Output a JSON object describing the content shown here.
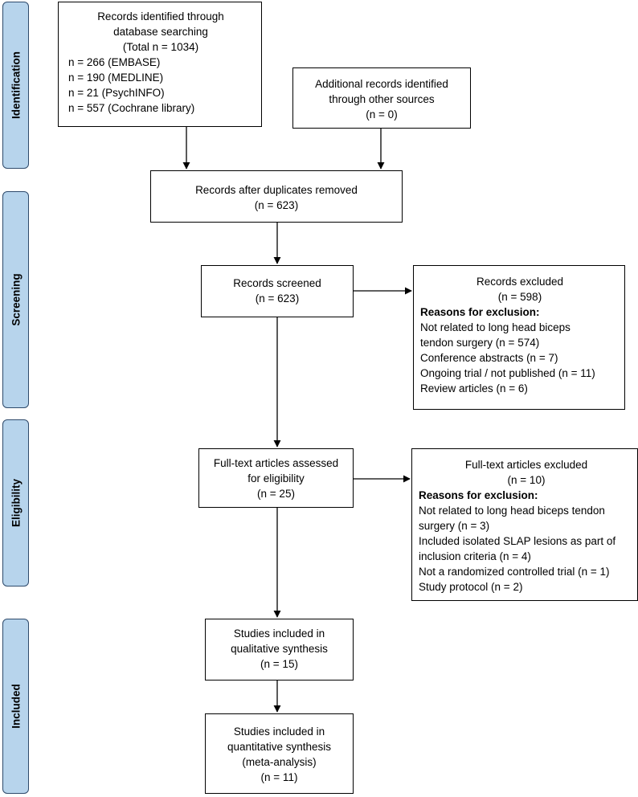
{
  "phases": {
    "identification": "Identification",
    "screening": "Screening",
    "eligibility": "Eligibility",
    "included": "Included"
  },
  "boxes": {
    "database": {
      "lines": [
        "Records identified through",
        "database searching",
        "(Total n = 1034)"
      ],
      "sources": [
        "n = 266 (EMBASE)",
        "n = 190 (MEDLINE)",
        "n = 21 (PsychINFO)",
        "n = 557 (Cochrane library)"
      ]
    },
    "other_sources": {
      "lines": [
        "Additional records identified",
        "through other sources",
        "(n = 0)"
      ]
    },
    "duplicates_removed": {
      "lines": [
        "Records after duplicates removed",
        "(n = 623)"
      ]
    },
    "screened": {
      "lines": [
        "Records screened",
        "(n = 623)"
      ]
    },
    "excluded": {
      "lines": [
        "Records excluded",
        "(n = 598)"
      ],
      "reasons_header": "Reasons for exclusion:",
      "reasons": [
        "Not related to long head biceps",
        "tendon surgery (n = 574)",
        "Conference abstracts (n = 7)",
        "Ongoing trial / not published (n = 11)",
        "Review articles (n = 6)"
      ]
    },
    "fulltext": {
      "lines": [
        "Full-text articles assessed",
        "for eligibility",
        "(n = 25)"
      ]
    },
    "fulltext_excluded": {
      "lines": [
        "Full-text articles excluded",
        "(n = 10)"
      ],
      "reasons_header": "Reasons for exclusion:",
      "reasons": [
        "Not related to long head biceps tendon",
        "surgery (n = 3)",
        "Included isolated SLAP lesions as part of",
        "inclusion criteria (n = 4)",
        "Not a randomized controlled trial (n = 1)",
        "Study protocol (n = 2)"
      ]
    },
    "qualitative": {
      "lines": [
        "Studies included in",
        "qualitative synthesis",
        "(n = 15)"
      ]
    },
    "quantitative": {
      "lines": [
        "Studies included in",
        "quantitative synthesis",
        "(meta-analysis)",
        "(n = 11)"
      ]
    }
  }
}
